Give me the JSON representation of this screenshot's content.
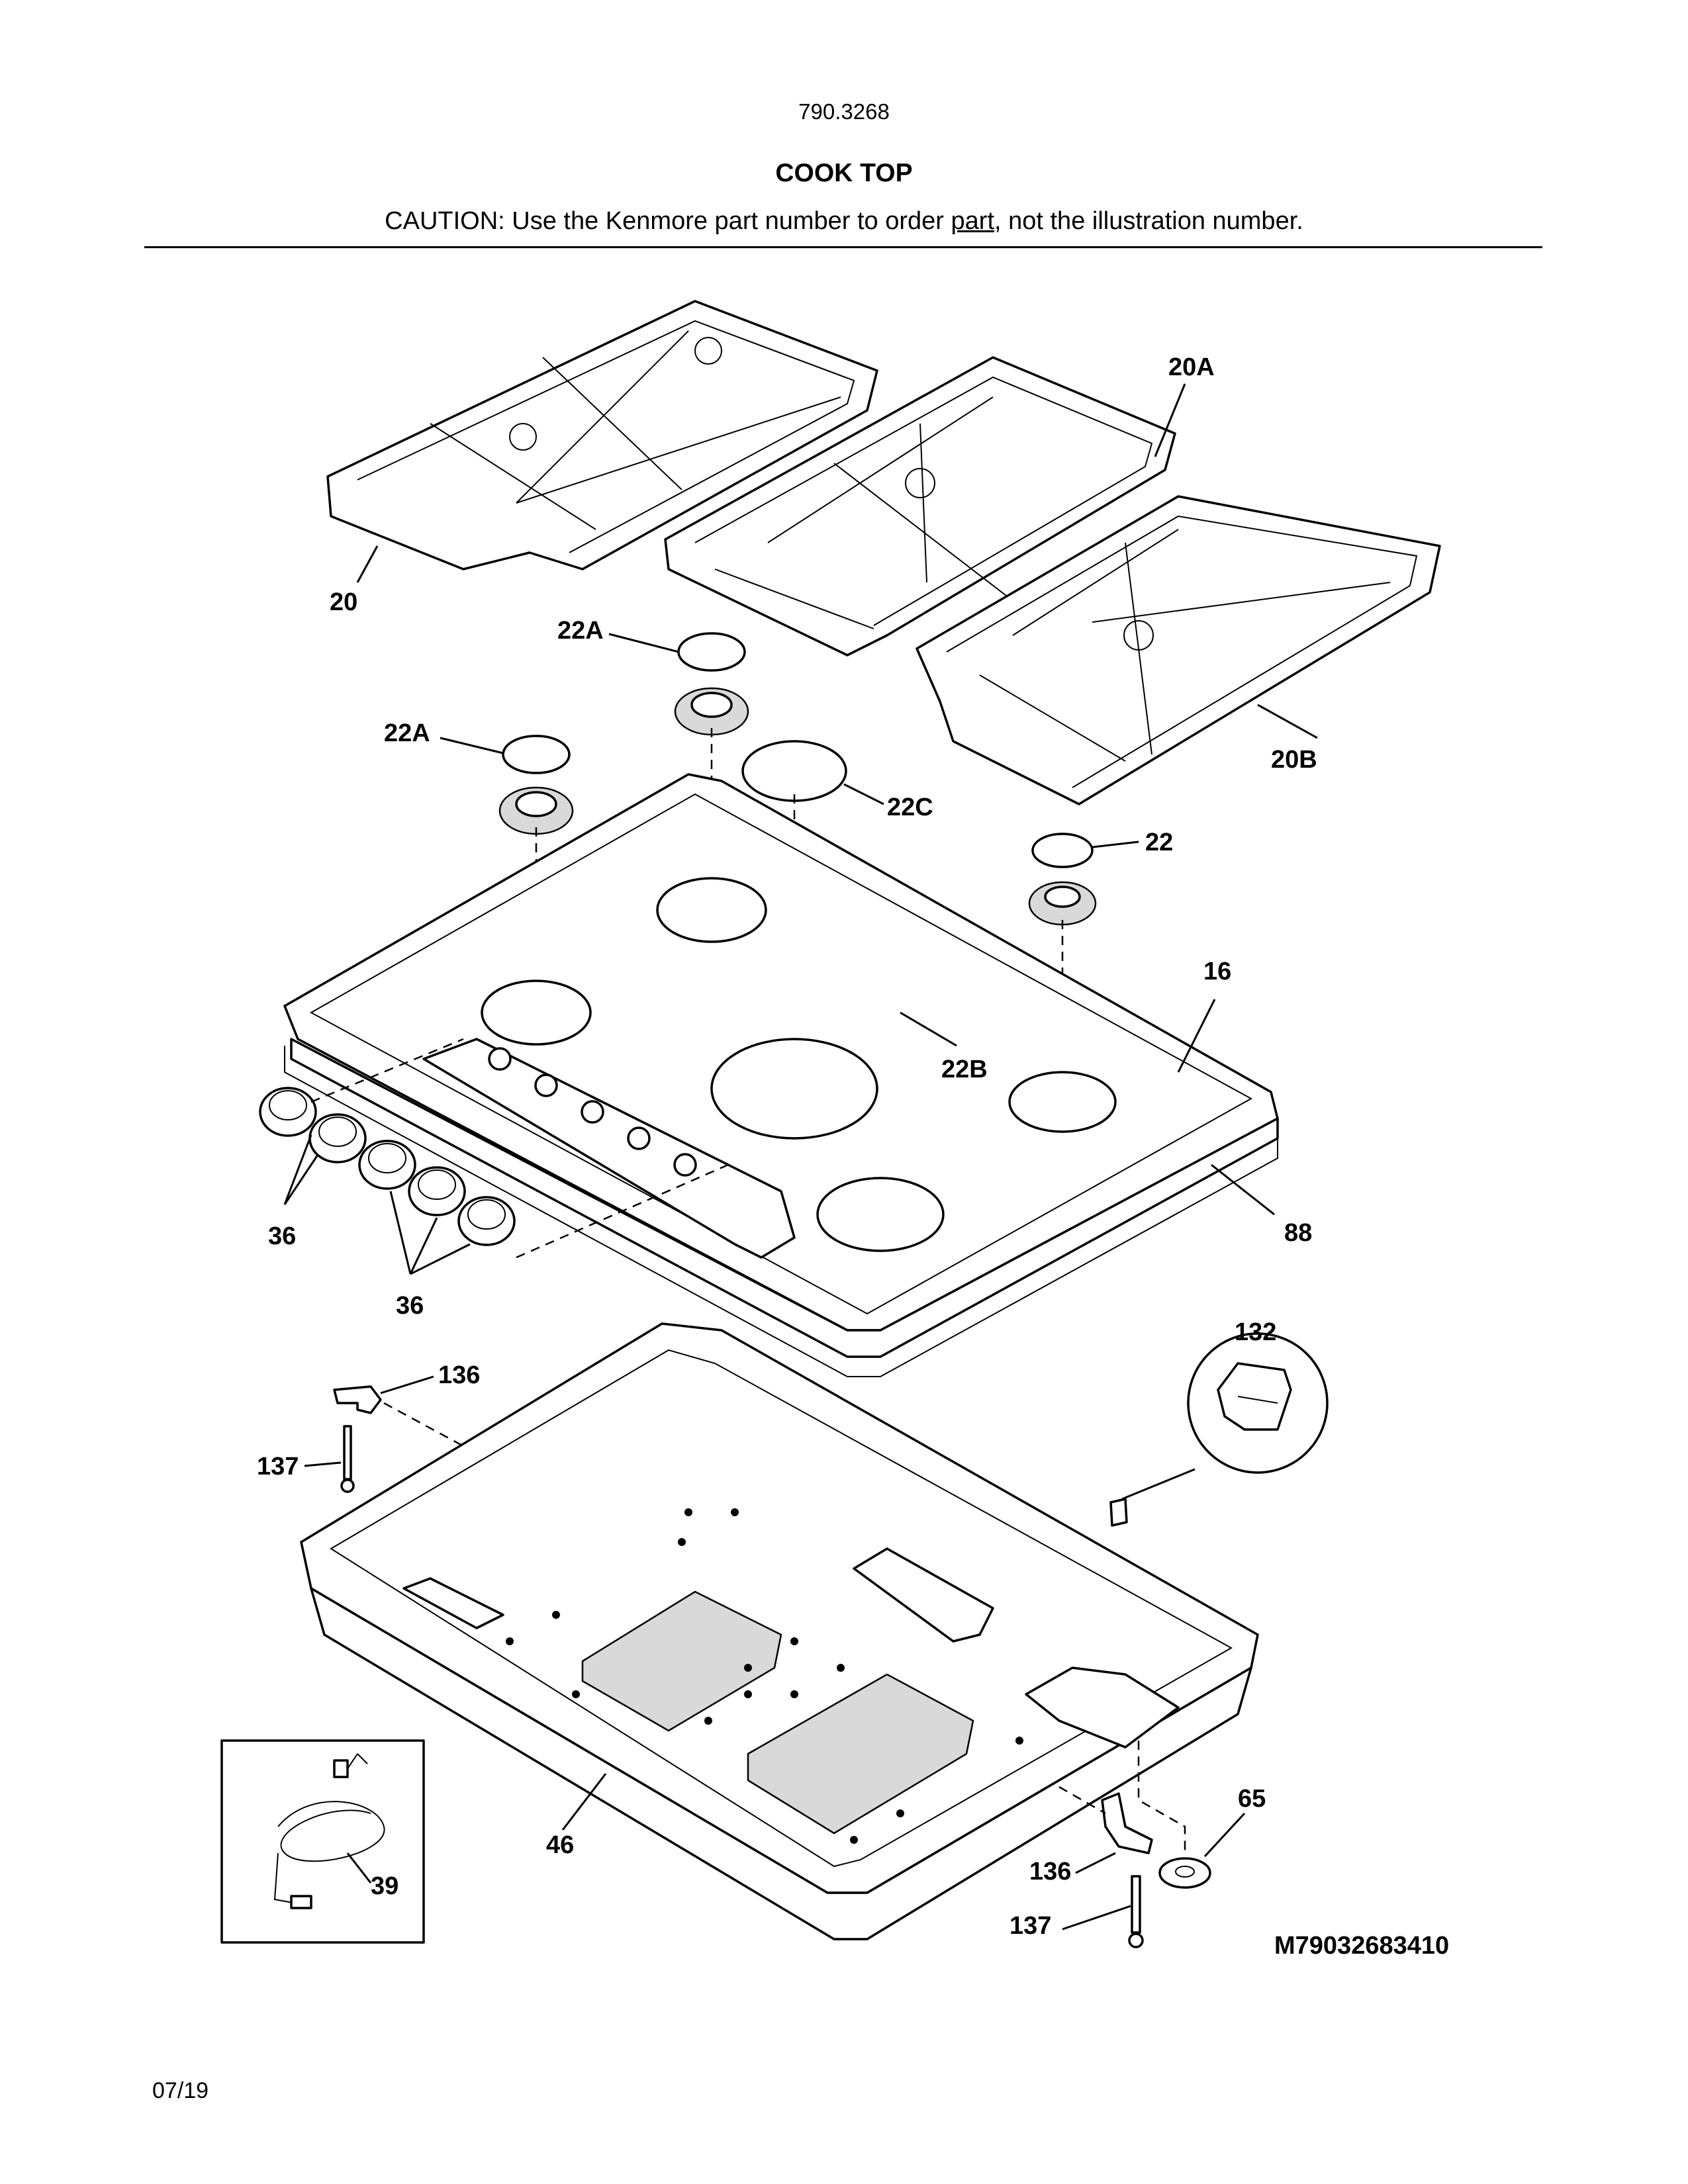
{
  "header": {
    "model": "790.3268",
    "title": "COOK TOP",
    "caution_pre": "CAUTION: Use the Kenmore part number to order ",
    "caution_link": "part",
    "caution_post": ", not the illustration number."
  },
  "callouts": {
    "c20": "20",
    "c20A": "20A",
    "c20B": "20B",
    "c22A_top": "22A",
    "c22A_left": "22A",
    "c22C": "22C",
    "c22": "22",
    "c16": "16",
    "c22B": "22B",
    "c36_left": "36",
    "c36_bottom": "36",
    "c88": "88",
    "c132": "132",
    "c136_top": "136",
    "c137_top": "137",
    "c39": "39",
    "c46": "46",
    "c65": "65",
    "c136_bottom": "136",
    "c137_bottom": "137"
  },
  "figure_code": "M79032683410",
  "footer": {
    "date": "07/19"
  }
}
